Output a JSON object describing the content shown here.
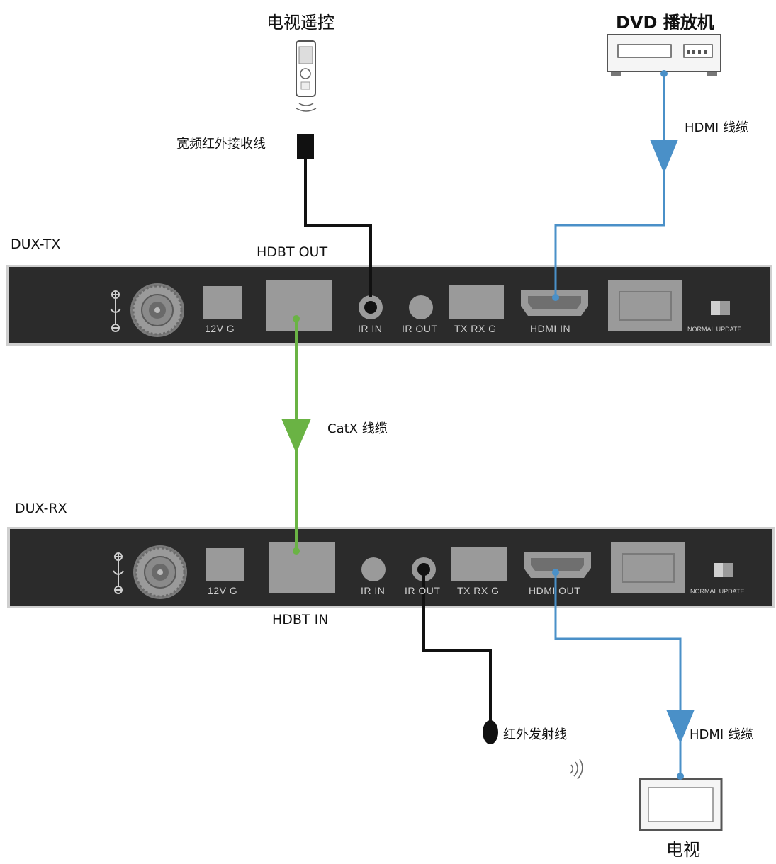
{
  "labels": {
    "remote": "电视遥控",
    "dvd": "DVD 播放机",
    "ir_receiver": "宽频红外接收线",
    "hdmi_cable_top": "HDMI 线缆",
    "tx_device": "DUX-TX",
    "hdbt_out": "HDBT OUT",
    "catx_cable": "CatX 线缆",
    "rx_device": "DUX-RX",
    "hdbt_in": "HDBT IN",
    "ir_emitter": "红外发射线",
    "hdmi_cable_bottom": "HDMI 线缆",
    "tv": "电视"
  },
  "tx_ports": {
    "power": "12V  G",
    "ir_in": "IR  IN",
    "ir_out": "IR  OUT",
    "txrx": "TX RX  G",
    "hdmi": "HDMI  IN",
    "switch": "NORMAL  UPDATE"
  },
  "rx_ports": {
    "power": "12V  G",
    "ir_in": "IR  IN",
    "ir_out": "IR  OUT",
    "txrx": "TX RX  G",
    "hdmi": "HDMI  OUT",
    "switch": "NORMAL  UPDATE"
  },
  "colors": {
    "hdmi_cable": "#4a90c8",
    "catx_cable": "#6ab344",
    "ir_cable": "#111111",
    "device_body": "#2b2b2b",
    "port_grey": "#9a9a9a"
  }
}
